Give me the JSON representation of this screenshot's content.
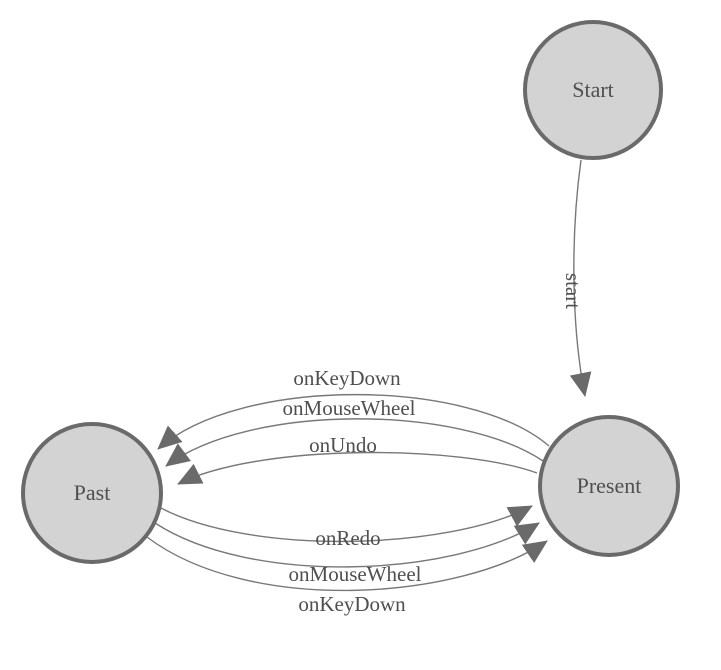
{
  "diagram": {
    "type": "state-machine",
    "background": "#ffffff"
  },
  "nodes": [
    {
      "id": "start-state",
      "label": "Start"
    },
    {
      "id": "past-state",
      "label": "Past"
    },
    {
      "id": "present-state",
      "label": "Present"
    }
  ],
  "edges": [
    {
      "from": "Start",
      "to": "Present",
      "label": "start"
    },
    {
      "from": "Present",
      "to": "Past",
      "label": "onKeyDown"
    },
    {
      "from": "Present",
      "to": "Past",
      "label": "onMouseWheel"
    },
    {
      "from": "Present",
      "to": "Past",
      "label": "onUndo"
    },
    {
      "from": "Past",
      "to": "Present",
      "label": "onRedo"
    },
    {
      "from": "Past",
      "to": "Present",
      "label": "onMouseWheel"
    },
    {
      "from": "Past",
      "to": "Present",
      "label": "onKeyDown"
    }
  ],
  "colors": {
    "node_fill": "#d3d3d3",
    "node_stroke": "#6a6a6a",
    "edge_line": "#787878",
    "arrowhead": "#6a6a6a",
    "label_text": "#4f4f4f"
  }
}
